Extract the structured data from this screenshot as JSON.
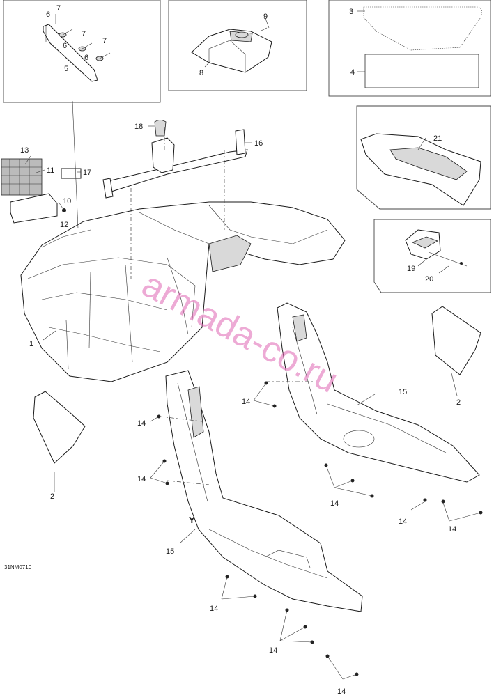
{
  "diagram": {
    "code": "31NM0710",
    "watermark": "armada-co.ru",
    "callout_letter": "Y",
    "callouts": {
      "c1": "1",
      "c2a": "2",
      "c2b": "2",
      "c3": "3",
      "c4": "4",
      "c5": "5",
      "c6a": "6",
      "c6b": "6",
      "c6c": "6",
      "c7a": "7",
      "c7b": "7",
      "c7c": "7",
      "c8": "8",
      "c9": "9",
      "c10": "10",
      "c11": "11",
      "c12": "12",
      "c13": "13",
      "c14a": "14",
      "c14b": "14",
      "c14c": "14",
      "c14d": "14",
      "c14e": "14",
      "c14f": "14",
      "c14g": "14",
      "c14h": "14",
      "c14i": "14",
      "c15a": "15",
      "c15b": "15",
      "c16": "16",
      "c17": "17",
      "c18": "18",
      "c19": "19",
      "c20": "20",
      "c21": "21"
    }
  }
}
